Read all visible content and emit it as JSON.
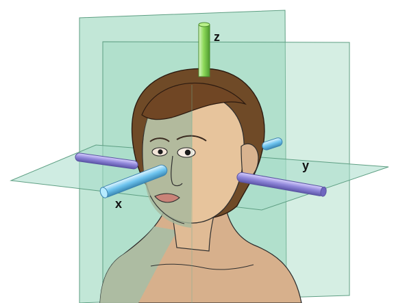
{
  "axes": {
    "z": {
      "label": "z"
    },
    "y": {
      "label": "y"
    },
    "x": {
      "label": "x"
    }
  },
  "colors": {
    "background": "#ffffff",
    "plane_fill": "#8fd3b6",
    "plane_edge": "#5d9e82",
    "skin": "#e7c49c",
    "skin_shade": "#9fb7a1",
    "hair": "#7a4b22",
    "z_axis": "#8ed95a",
    "y_axis": "#8f86d9",
    "x_axis": "#6ec4ef",
    "outline": "#2e2e2e"
  }
}
